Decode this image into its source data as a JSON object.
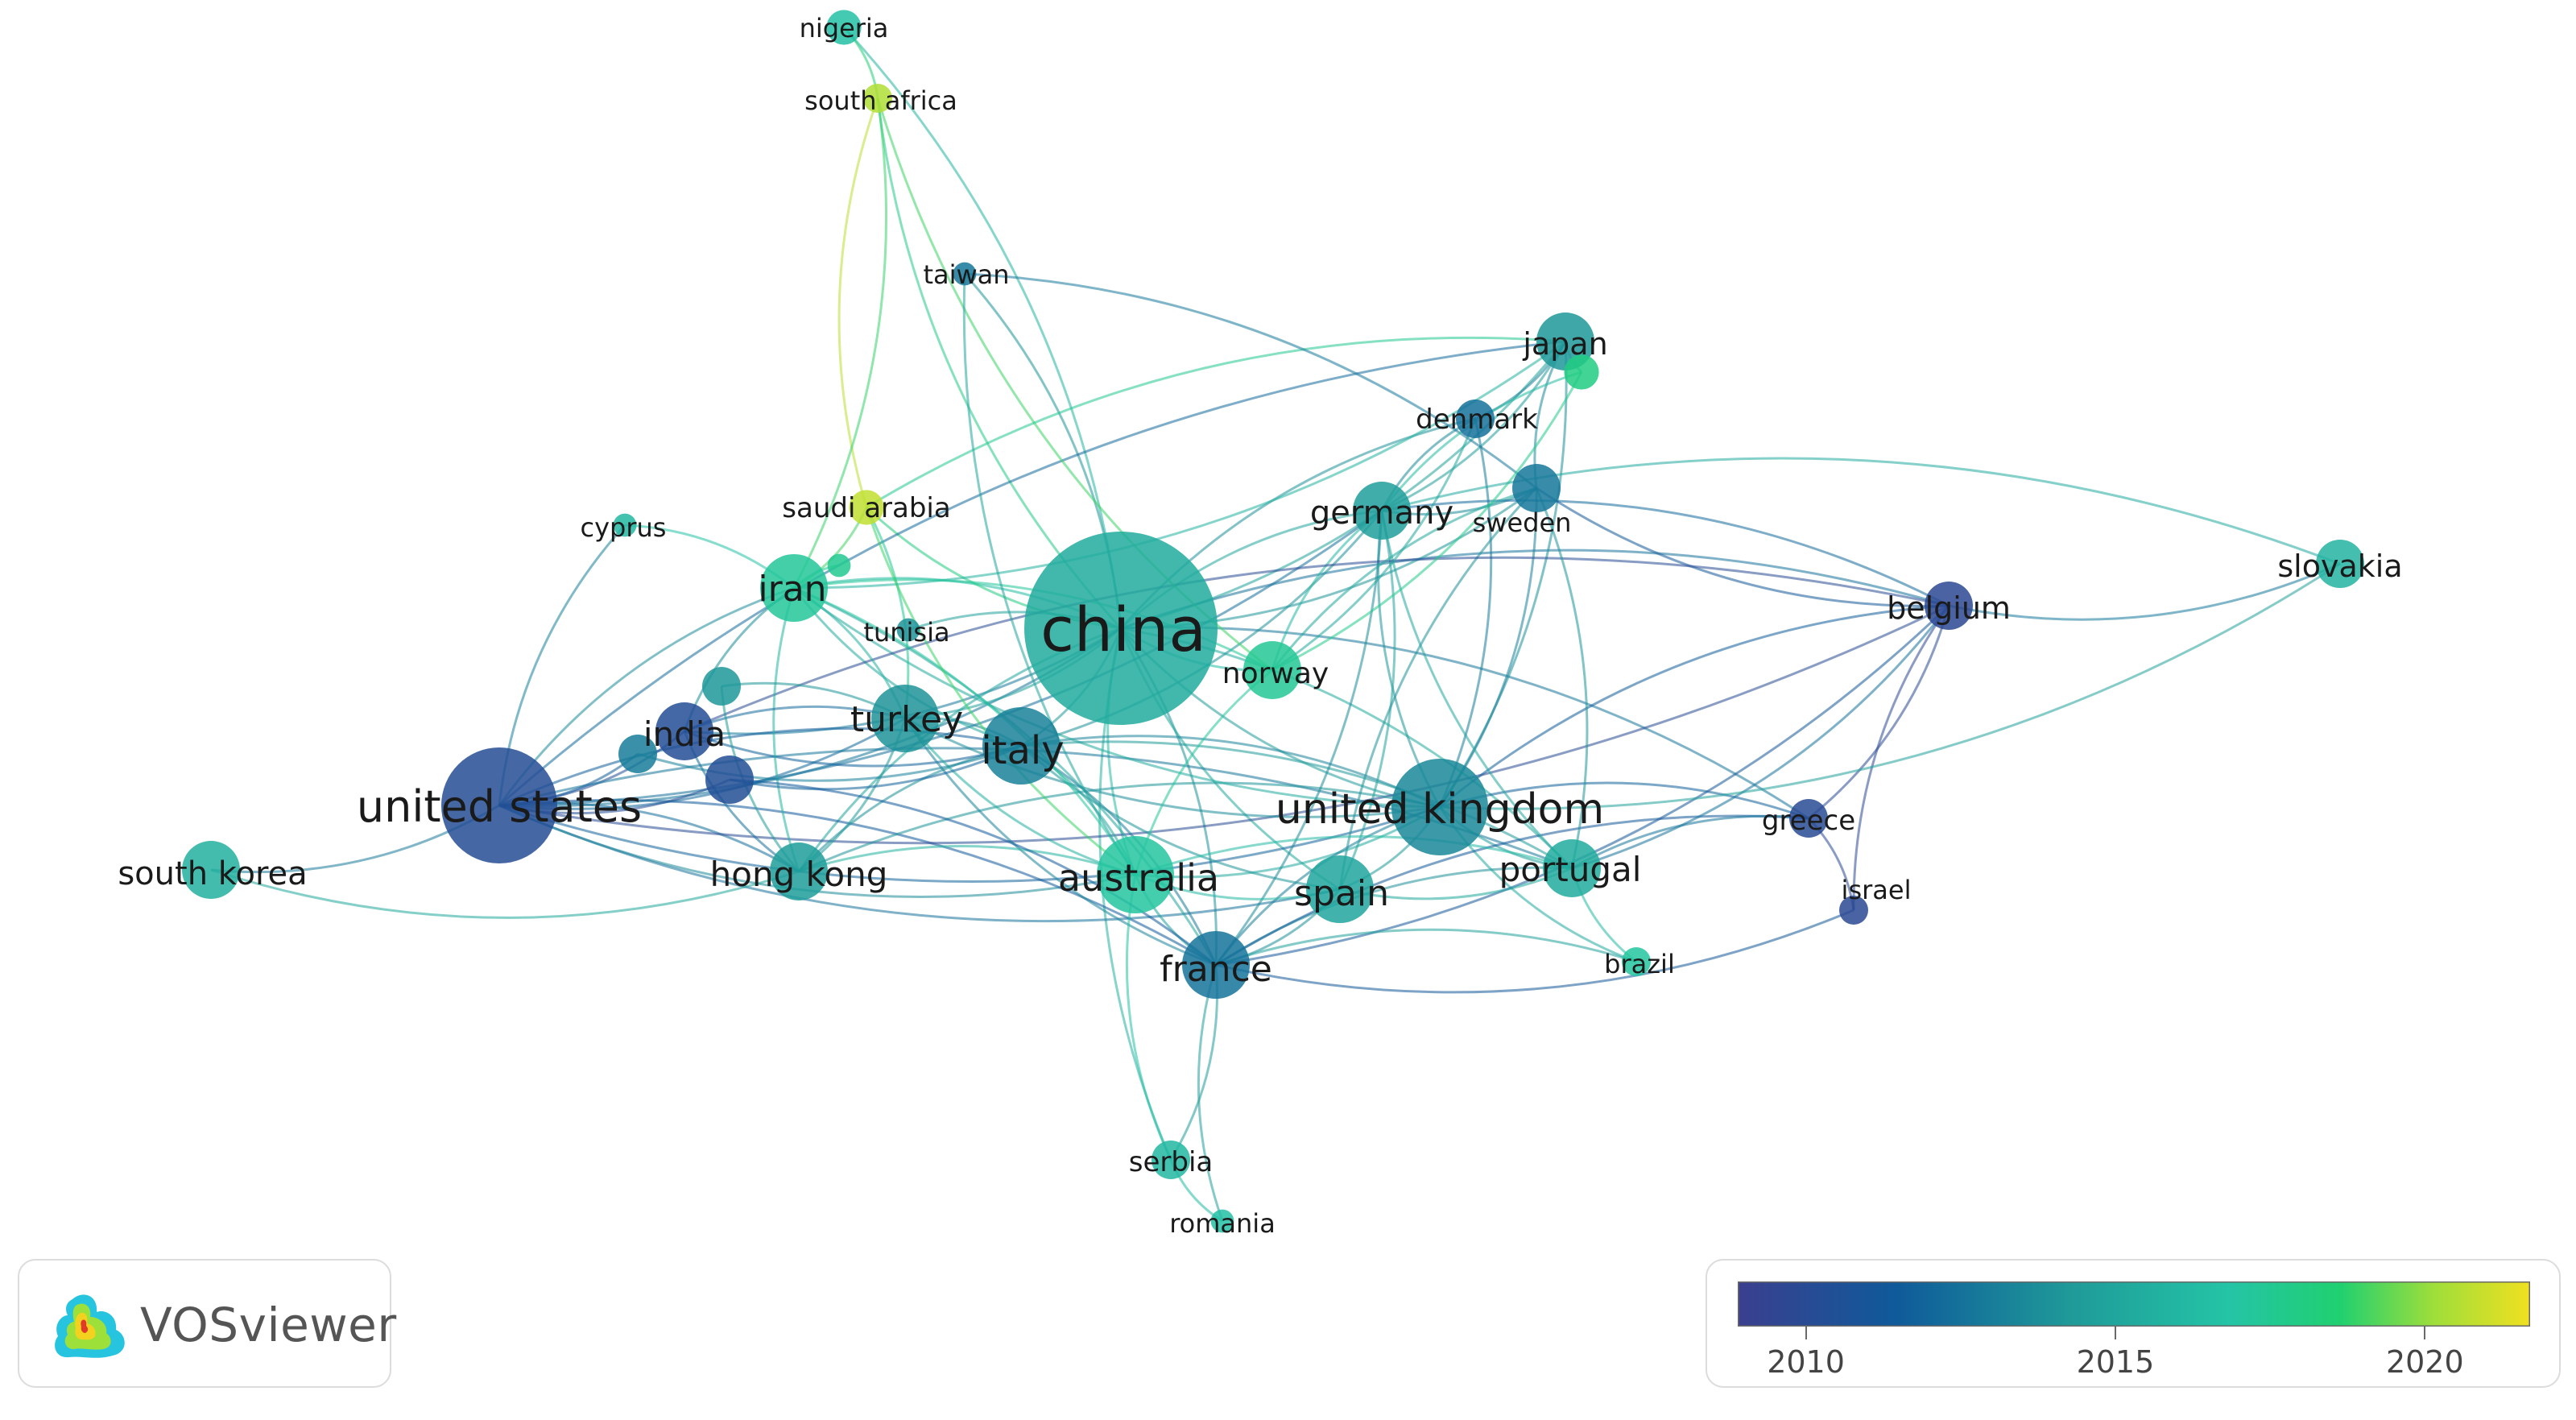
{
  "app": {
    "logo_text": "VOSviewer"
  },
  "legend": {
    "colors": [
      "#3b3f8f",
      "#0f5a9a",
      "#1f9a99",
      "#24c4a6",
      "#20d070",
      "#a0de3a",
      "#f0e020"
    ],
    "ticks": [
      {
        "label": "2010",
        "value": 2010
      },
      {
        "label": "2015",
        "value": 2015
      },
      {
        "label": "2020",
        "value": 2020
      }
    ],
    "min": 2008.9,
    "max": 2021.7
  },
  "nodes": [
    {
      "id": "china",
      "label": "china",
      "year": 2015.3,
      "weight": 10
    },
    {
      "id": "united_states",
      "label": "united states",
      "year": 2010.2,
      "weight": 6
    },
    {
      "id": "united_kingdom",
      "label": "united kingdom",
      "year": 2013.5,
      "weight": 5
    },
    {
      "id": "italy",
      "label": "italy",
      "year": 2013.2,
      "weight": 4
    },
    {
      "id": "australia",
      "label": "australia",
      "year": 2017.0,
      "weight": 4
    },
    {
      "id": "france",
      "label": "france",
      "year": 2012.6,
      "weight": 3.5
    },
    {
      "id": "spain",
      "label": "spain",
      "year": 2015.0,
      "weight": 3.5
    },
    {
      "id": "turkey",
      "label": "turkey",
      "year": 2014.0,
      "weight": 3.5
    },
    {
      "id": "iran",
      "label": "iran",
      "year": 2017.2,
      "weight": 3.5
    },
    {
      "id": "india",
      "label": "india",
      "year": 2010.3,
      "weight": 3
    },
    {
      "id": "hong_kong",
      "label": "hong kong",
      "year": 2014.5,
      "weight": 3
    },
    {
      "id": "portugal",
      "label": "portugal",
      "year": 2015.3,
      "weight": 3
    },
    {
      "id": "south_korea",
      "label": "south korea",
      "year": 2015.6,
      "weight": 3
    },
    {
      "id": "norway",
      "label": "norway",
      "year": 2017.4,
      "weight": 3
    },
    {
      "id": "germany",
      "label": "germany",
      "year": 2014.6,
      "weight": 3
    },
    {
      "id": "japan",
      "label": "japan",
      "year": 2014.2,
      "weight": 3
    },
    {
      "id": "belgium",
      "label": "belgium",
      "year": 2009.8,
      "weight": 2.5
    },
    {
      "id": "slovakia",
      "label": "slovakia",
      "year": 2015.8,
      "weight": 2.5
    },
    {
      "id": "greece",
      "label": "greece",
      "year": 2010.0,
      "weight": 2
    },
    {
      "id": "sweden",
      "label": "sweden",
      "year": 2012.8,
      "weight": 2.5
    },
    {
      "id": "serbia",
      "label": "serbia",
      "year": 2016.0,
      "weight": 2
    },
    {
      "id": "denmark",
      "label": "denmark",
      "year": 2012.5,
      "weight": 2
    },
    {
      "id": "israel",
      "label": "israel",
      "year": 2009.9,
      "weight": 1.5
    },
    {
      "id": "brazil",
      "label": "brazil",
      "year": 2017.0,
      "weight": 1.5
    },
    {
      "id": "nigeria",
      "label": "nigeria",
      "year": 2016.5,
      "weight": 1.8
    },
    {
      "id": "south_africa",
      "label": "south africa",
      "year": 2020.5,
      "weight": 1.5
    },
    {
      "id": "taiwan",
      "label": "taiwan",
      "year": 2012.8,
      "weight": 1.2
    },
    {
      "id": "saudi_arabia",
      "label": "saudi arabia",
      "year": 2020.8,
      "weight": 1.8
    },
    {
      "id": "cyprus",
      "label": "cyprus",
      "year": 2016.0,
      "weight": 1.2
    },
    {
      "id": "tunisia",
      "label": "tunisia",
      "year": 2014.0,
      "weight": 1.2
    },
    {
      "id": "romania",
      "label": "romania",
      "year": 2016.5,
      "weight": 1.2
    },
    {
      "id": "node_unlabeled_1",
      "label": "",
      "year": 2018.0,
      "weight": 1.8
    },
    {
      "id": "node_unlabeled_2",
      "label": "",
      "year": 2017.5,
      "weight": 1.2
    },
    {
      "id": "node_unlabeled_3",
      "label": "",
      "year": 2014.2,
      "weight": 2
    },
    {
      "id": "node_unlabeled_4",
      "label": "",
      "year": 2013.0,
      "weight": 2
    },
    {
      "id": "node_unlabeled_5",
      "label": "",
      "year": 2010.4,
      "weight": 2.5
    }
  ],
  "links": [
    [
      "china",
      "united_states"
    ],
    [
      "china",
      "united_kingdom"
    ],
    [
      "china",
      "italy"
    ],
    [
      "china",
      "australia"
    ],
    [
      "china",
      "france"
    ],
    [
      "china",
      "spain"
    ],
    [
      "china",
      "turkey"
    ],
    [
      "china",
      "iran"
    ],
    [
      "china",
      "india"
    ],
    [
      "china",
      "hong_kong"
    ],
    [
      "china",
      "portugal"
    ],
    [
      "china",
      "norway"
    ],
    [
      "china",
      "germany"
    ],
    [
      "china",
      "japan"
    ],
    [
      "china",
      "belgium"
    ],
    [
      "china",
      "sweden"
    ],
    [
      "china",
      "denmark"
    ],
    [
      "china",
      "taiwan"
    ],
    [
      "china",
      "saudi_arabia"
    ],
    [
      "china",
      "nigeria"
    ],
    [
      "china",
      "south_africa"
    ],
    [
      "china",
      "serbia"
    ],
    [
      "china",
      "greece"
    ],
    [
      "china",
      "tunisia"
    ],
    [
      "united_states",
      "south_korea"
    ],
    [
      "united_states",
      "united_kingdom"
    ],
    [
      "united_states",
      "italy"
    ],
    [
      "united_states",
      "australia"
    ],
    [
      "united_states",
      "france"
    ],
    [
      "united_states",
      "spain"
    ],
    [
      "united_states",
      "iran"
    ],
    [
      "united_states",
      "india"
    ],
    [
      "united_states",
      "hong_kong"
    ],
    [
      "united_states",
      "germany"
    ],
    [
      "united_states",
      "japan"
    ],
    [
      "united_states",
      "belgium"
    ],
    [
      "united_states",
      "cyprus"
    ],
    [
      "united_states",
      "turkey"
    ],
    [
      "united_states",
      "portugal"
    ],
    [
      "united_kingdom",
      "italy"
    ],
    [
      "united_kingdom",
      "australia"
    ],
    [
      "united_kingdom",
      "france"
    ],
    [
      "united_kingdom",
      "spain"
    ],
    [
      "united_kingdom",
      "portugal"
    ],
    [
      "united_kingdom",
      "germany"
    ],
    [
      "united_kingdom",
      "japan"
    ],
    [
      "united_kingdom",
      "belgium"
    ],
    [
      "united_kingdom",
      "sweden"
    ],
    [
      "united_kingdom",
      "greece"
    ],
    [
      "united_kingdom",
      "denmark"
    ],
    [
      "united_kingdom",
      "turkey"
    ],
    [
      "united_kingdom",
      "hong_kong"
    ],
    [
      "united_kingdom",
      "iran"
    ],
    [
      "united_kingdom",
      "brazil"
    ],
    [
      "italy",
      "france"
    ],
    [
      "italy",
      "spain"
    ],
    [
      "italy",
      "australia"
    ],
    [
      "italy",
      "turkey"
    ],
    [
      "italy",
      "iran"
    ],
    [
      "italy",
      "germany"
    ],
    [
      "italy",
      "portugal"
    ],
    [
      "italy",
      "hong_kong"
    ],
    [
      "italy",
      "india"
    ],
    [
      "france",
      "spain"
    ],
    [
      "france",
      "portugal"
    ],
    [
      "france",
      "belgium"
    ],
    [
      "france",
      "serbia"
    ],
    [
      "france",
      "romania"
    ],
    [
      "france",
      "australia"
    ],
    [
      "france",
      "germany"
    ],
    [
      "france",
      "greece"
    ],
    [
      "france",
      "israel"
    ],
    [
      "france",
      "turkey"
    ],
    [
      "france",
      "iran"
    ],
    [
      "france",
      "brazil"
    ],
    [
      "spain",
      "portugal"
    ],
    [
      "spain",
      "australia"
    ],
    [
      "spain",
      "germany"
    ],
    [
      "spain",
      "sweden"
    ],
    [
      "portugal",
      "brazil"
    ],
    [
      "portugal",
      "greece"
    ],
    [
      "portugal",
      "belgium"
    ],
    [
      "portugal",
      "germany"
    ],
    [
      "germany",
      "sweden"
    ],
    [
      "germany",
      "denmark"
    ],
    [
      "germany",
      "japan"
    ],
    [
      "germany",
      "belgium"
    ],
    [
      "germany",
      "norway"
    ],
    [
      "japan",
      "denmark"
    ],
    [
      "japan",
      "sweden"
    ],
    [
      "japan",
      "iran"
    ],
    [
      "belgium",
      "slovakia"
    ],
    [
      "belgium",
      "greece"
    ],
    [
      "belgium",
      "israel"
    ],
    [
      "belgium",
      "sweden"
    ],
    [
      "belgium",
      "india"
    ],
    [
      "greece",
      "israel"
    ],
    [
      "iran",
      "saudi_arabia"
    ],
    [
      "iran",
      "turkey"
    ],
    [
      "iran",
      "cyprus"
    ],
    [
      "iran",
      "australia"
    ],
    [
      "iran",
      "hong_kong"
    ],
    [
      "iran",
      "norway"
    ],
    [
      "iran",
      "india"
    ],
    [
      "nigeria",
      "south_africa"
    ],
    [
      "south_africa",
      "saudi_arabia"
    ],
    [
      "south_africa",
      "iran"
    ],
    [
      "south_africa",
      "norway"
    ],
    [
      "saudi_arabia",
      "turkey"
    ],
    [
      "saudi_arabia",
      "australia"
    ],
    [
      "saudi_arabia",
      "japan"
    ],
    [
      "turkey",
      "australia"
    ],
    [
      "turkey",
      "hong_kong"
    ],
    [
      "australia",
      "hong_kong"
    ],
    [
      "australia",
      "norway"
    ],
    [
      "australia",
      "serbia"
    ],
    [
      "australia",
      "portugal"
    ],
    [
      "taiwan",
      "australia"
    ],
    [
      "taiwan",
      "sweden"
    ],
    [
      "serbia",
      "romania"
    ],
    [
      "sweden",
      "portugal"
    ],
    [
      "sweden",
      "norway"
    ],
    [
      "denmark",
      "norway"
    ],
    [
      "india",
      "hong_kong"
    ],
    [
      "india",
      "turkey"
    ],
    [
      "south_korea",
      "hong_kong"
    ],
    [
      "node_unlabeled_1",
      "japan"
    ],
    [
      "node_unlabeled_1",
      "germany"
    ],
    [
      "node_unlabeled_1",
      "norway"
    ],
    [
      "node_unlabeled_2",
      "iran"
    ],
    [
      "node_unlabeled_3",
      "turkey"
    ],
    [
      "node_unlabeled_3",
      "hong_kong"
    ],
    [
      "node_unlabeled_4",
      "united_states"
    ],
    [
      "node_unlabeled_4",
      "italy"
    ],
    [
      "node_unlabeled_5",
      "united_states"
    ],
    [
      "node_unlabeled_5",
      "italy"
    ],
    [
      "node_unlabeled_5",
      "france"
    ],
    [
      "slovakia",
      "germany"
    ],
    [
      "slovakia",
      "united_kingdom"
    ]
  ]
}
